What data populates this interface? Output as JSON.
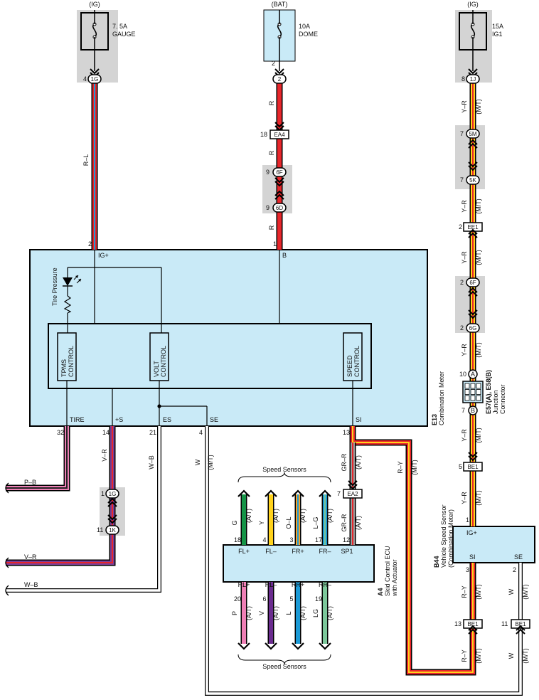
{
  "colors": {
    "component_fill": "#c9eaf7",
    "fuse_shade": "#d4d4d4",
    "wire_red": "#e8262b",
    "wire_yellow": "#ffd21c",
    "wire_pink": "#ee7fb5",
    "wire_green": "#159447",
    "wire_orange": "#f5a12a",
    "wire_lightgreen": "#7cc79a",
    "wire_blue": "#1b9ad6",
    "wire_purple": "#6b2c8f",
    "wire_violet": "#7a3f98",
    "wire_white": "#ffffff",
    "wire_black": "#222222"
  },
  "fuses": [
    {
      "supply": "(IG)",
      "rating": "7. 5A",
      "name": "GAUGE",
      "pin": "4",
      "conn": "1G"
    },
    {
      "supply": "(BAT)",
      "rating": "10A",
      "name": "DOME",
      "pin": "2",
      "conn": "2"
    },
    {
      "supply": "(IG)",
      "rating": "15A",
      "name": "IG1",
      "pin": "8",
      "conn": "1J"
    }
  ],
  "wires": {
    "rl": "R–L",
    "r": "R",
    "yr": "Y–R",
    "mt": "(M/T)",
    "at": "(A/T)",
    "pb": "P–B",
    "vr": "V–R",
    "wb": "W–B",
    "w": "W",
    "grr": "GR–R",
    "ry": "R–Y"
  },
  "connectors": {
    "ea4": {
      "pin": "18",
      "code": "EA4"
    },
    "f6f": {
      "pin": "9",
      "code": "6F"
    },
    "f6d": {
      "pin": "9",
      "code": "6D"
    },
    "c5m": {
      "pin": "7",
      "code": "5M"
    },
    "c5k": {
      "pin": "7",
      "code": "5K"
    },
    "ee1": {
      "pin": "2",
      "code": "EE1"
    },
    "c6f": {
      "pin": "2",
      "code": "6F"
    },
    "c6g": {
      "pin": "2",
      "code": "6G"
    },
    "jA": {
      "pin": "10",
      "code": "A"
    },
    "jB": {
      "pin": "7",
      "code": "B"
    },
    "be1a": {
      "pin": "5",
      "code": "BE1"
    },
    "ea2": {
      "pin": "7",
      "code": "EA2"
    },
    "g1g": {
      "pin": "1",
      "code": "1G"
    },
    "g1k": {
      "pin": "11",
      "code": "1K"
    },
    "be1b": {
      "pin": "13",
      "code": "BE1"
    },
    "be1c": {
      "pin": "11",
      "code": "BE1"
    }
  },
  "junction": {
    "id": "E57(A), E58(B)",
    "name1": "Junction",
    "name2": "Connector"
  },
  "meter": {
    "id": "E13",
    "name": "Combination Meter",
    "tire_pressure": "Tire Pressure",
    "pin_igp": "2",
    "lbl_igp": "IG+",
    "pin_b": "1",
    "lbl_b": "B",
    "tpms1": "TPMS",
    "tpms2": "CONTROL",
    "volt1": "VOLT",
    "volt2": "CONTROL",
    "speed1": "SPEED",
    "speed2": "CONTROL",
    "lbl_tire": "TIRE",
    "lbl_s": "+S",
    "lbl_es": "ES",
    "lbl_se": "SE",
    "lbl_si": "SI",
    "pin_tire": "32",
    "pin_s": "14",
    "pin_es": "21",
    "pin_se": "4",
    "pin_si": "13"
  },
  "ecu": {
    "id": "A4",
    "name1": "Skid Control ECU",
    "name2": "with Actuator",
    "speed_sensors": "Speed Sensors",
    "top": [
      {
        "label": "FL+",
        "pin": "18",
        "wire": "G"
      },
      {
        "label": "FL–",
        "pin": "4",
        "wire": "Y"
      },
      {
        "label": "FR+",
        "pin": "3",
        "wire": "O–L"
      },
      {
        "label": "FR–",
        "pin": "17",
        "wire": "L–G"
      },
      {
        "label": "SP1",
        "pin": "12",
        "wire": "GR–R"
      }
    ],
    "bottom": [
      {
        "label": "RL+",
        "pin": "20",
        "wire": "P"
      },
      {
        "label": "RL–",
        "pin": "6",
        "wire": "V"
      },
      {
        "label": "RR+",
        "pin": "5",
        "wire": "L"
      },
      {
        "label": "RR–",
        "pin": "19",
        "wire": "LG"
      }
    ]
  },
  "vss": {
    "id": "B44",
    "name1": "Vehicle Speed Sensor",
    "name2": "(Combination Meter)",
    "lbl_ig": "IG+",
    "lbl_si": "SI",
    "lbl_se": "SE",
    "pin_ig": "1",
    "pin_si": "3",
    "pin_se": "2"
  }
}
